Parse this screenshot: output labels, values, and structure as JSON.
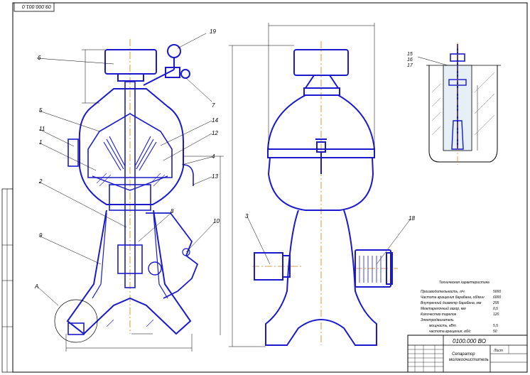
{
  "sheet": {
    "top_code": "09.000.001.0",
    "doc_code": "0100.000 ВО",
    "title_line1": "Сепаратор",
    "title_line2": "молокоочиститель",
    "sheet_no": "Лист"
  },
  "callouts": [
    "6",
    "19",
    "7",
    "5",
    "14",
    "11",
    "12",
    "1",
    "4",
    "13",
    "2",
    "8",
    "10",
    "9",
    "3",
    "18",
    "A",
    "15",
    "16",
    "17"
  ],
  "spec": {
    "heading": "Техническая характеристика",
    "rows": [
      {
        "label": "Производительность, л/ч",
        "value": "5000"
      },
      {
        "label": "Частота вращения барабана, об/мин",
        "value": "6000"
      },
      {
        "label": "Внутренний диаметр барабана, мм",
        "value": "295"
      },
      {
        "label": "Межтарелочный зазор, мм",
        "value": "0,5"
      },
      {
        "label": "Количество тарелок",
        "value": "120"
      },
      {
        "label": "Электродвигатель",
        "value": ""
      },
      {
        "label": "мощность, кВт",
        "value": "5,5"
      },
      {
        "label": "частота вращения, об/с",
        "value": "50"
      }
    ]
  },
  "colors": {
    "line": "#1a1acc",
    "axis": "#d08000",
    "frame": "#000000"
  }
}
